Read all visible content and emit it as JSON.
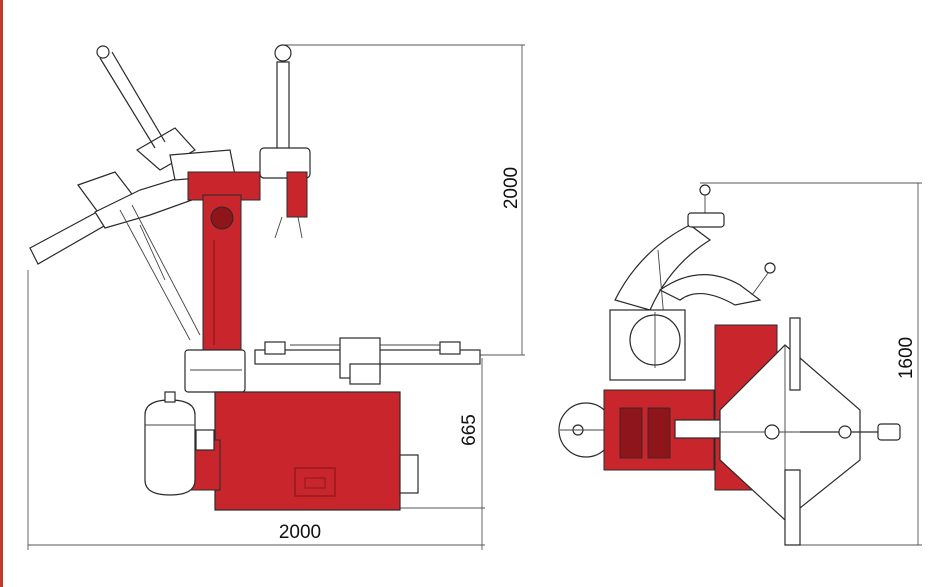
{
  "colors": {
    "machine_red": "#c8262c",
    "dark_red": "#8e1519",
    "outline": "#2a2a2a",
    "edge_bar": "#c0392b"
  },
  "dimensions": {
    "side_height": "2000",
    "side_table_height": "665",
    "side_width": "2000",
    "top_depth": "1600"
  }
}
